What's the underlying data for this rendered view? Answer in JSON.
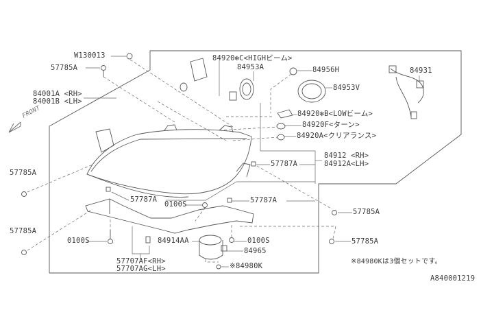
{
  "diagram": {
    "code": "A840001219",
    "note": "※84980Kは3個セットです。",
    "front_label": "FRONT",
    "parts": {
      "w130013": "W130013",
      "bolt_top": "57785A",
      "housing_rh": "84001A <RH>",
      "housing_lh": "84001B <LH>",
      "bulb_high": "84920✻C<HIGHビーム>",
      "cap_high": "84953A",
      "bulb_small": "84956H",
      "cap_low": "84953V",
      "harness": "84931",
      "bulb_low": "84920✻B<LOWビーム>",
      "bulb_turn": "84920F<ターン>",
      "bulb_clear": "84920A<クリアランス>",
      "bracket_rh": "84912 <RH>",
      "bracket_lh": "84912A<LH>",
      "clip_right": "57787A",
      "bolt_left_1": "57785A",
      "clip_left": "57787A",
      "screw_mid": "0100S",
      "clip_lower": "57787A",
      "bolt_right_1": "57785A",
      "bolt_left_2": "57785A",
      "screw_left": "0100S",
      "clip_84914": "84914AA",
      "screw_right": "0100S",
      "leveler": "84965",
      "bolt_right_2": "57785A",
      "bracket_lower_rh": "57707AF<RH>",
      "bracket_lower_lh": "57707AG<LH>",
      "screw_set": "※84980K"
    }
  }
}
